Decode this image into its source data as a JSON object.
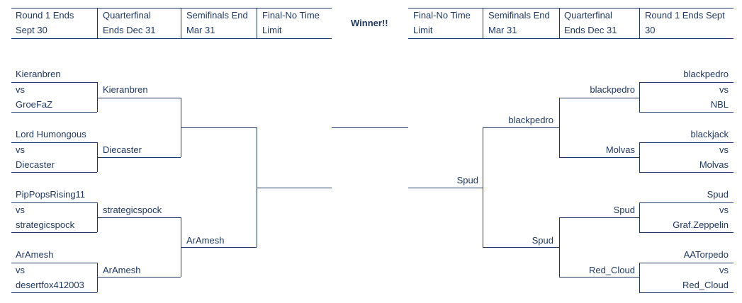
{
  "header_left": [
    {
      "line1": "Round 1 Ends",
      "line2": "Sept 30"
    },
    {
      "line1": "Quarterfinal",
      "line2": "Ends Dec 31"
    },
    {
      "line1": "Semifinals End",
      "line2": "Mar 31"
    },
    {
      "line1": "Final-No Time",
      "line2": "Limit"
    }
  ],
  "header_right": [
    {
      "line1": "Final-No Time",
      "line2": "Limit"
    },
    {
      "line1": "Semifinals End",
      "line2": "Mar 31"
    },
    {
      "line1": "Quarterfinal",
      "line2": "Ends Dec 31"
    },
    {
      "line1": "Round 1 Ends Sept",
      "line2": "30"
    }
  ],
  "winner_label": "Winner!!",
  "vs_label": "vs",
  "left": {
    "round1": [
      {
        "top": "Kieranbren",
        "bottom": "GroeFaZ"
      },
      {
        "top": "Lord Humongous",
        "bottom": "Diecaster"
      },
      {
        "top": "PipPopsRising11",
        "bottom": "strategicspock"
      },
      {
        "top": "ArAmesh",
        "bottom": "desertfox412003"
      }
    ],
    "quarterfinal": [
      "Kieranbren",
      "Diecaster",
      "strategicspock",
      "ArAmesh"
    ],
    "semifinal": [
      "",
      "ArAmesh"
    ],
    "final": ""
  },
  "right": {
    "round1": [
      {
        "top": "blackpedro",
        "bottom": "NBL"
      },
      {
        "top": "blackjack",
        "bottom": "Molvas"
      },
      {
        "top": "Spud",
        "bottom": "Graf.Zeppelin"
      },
      {
        "top": "AATorpedo",
        "bottom": "Red_Cloud"
      }
    ],
    "quarterfinal": [
      "blackpedro",
      "Molvas",
      "Spud",
      "Red_Cloud"
    ],
    "semifinal": [
      "blackpedro",
      "Spud"
    ],
    "final": "Spud"
  },
  "champion": ""
}
